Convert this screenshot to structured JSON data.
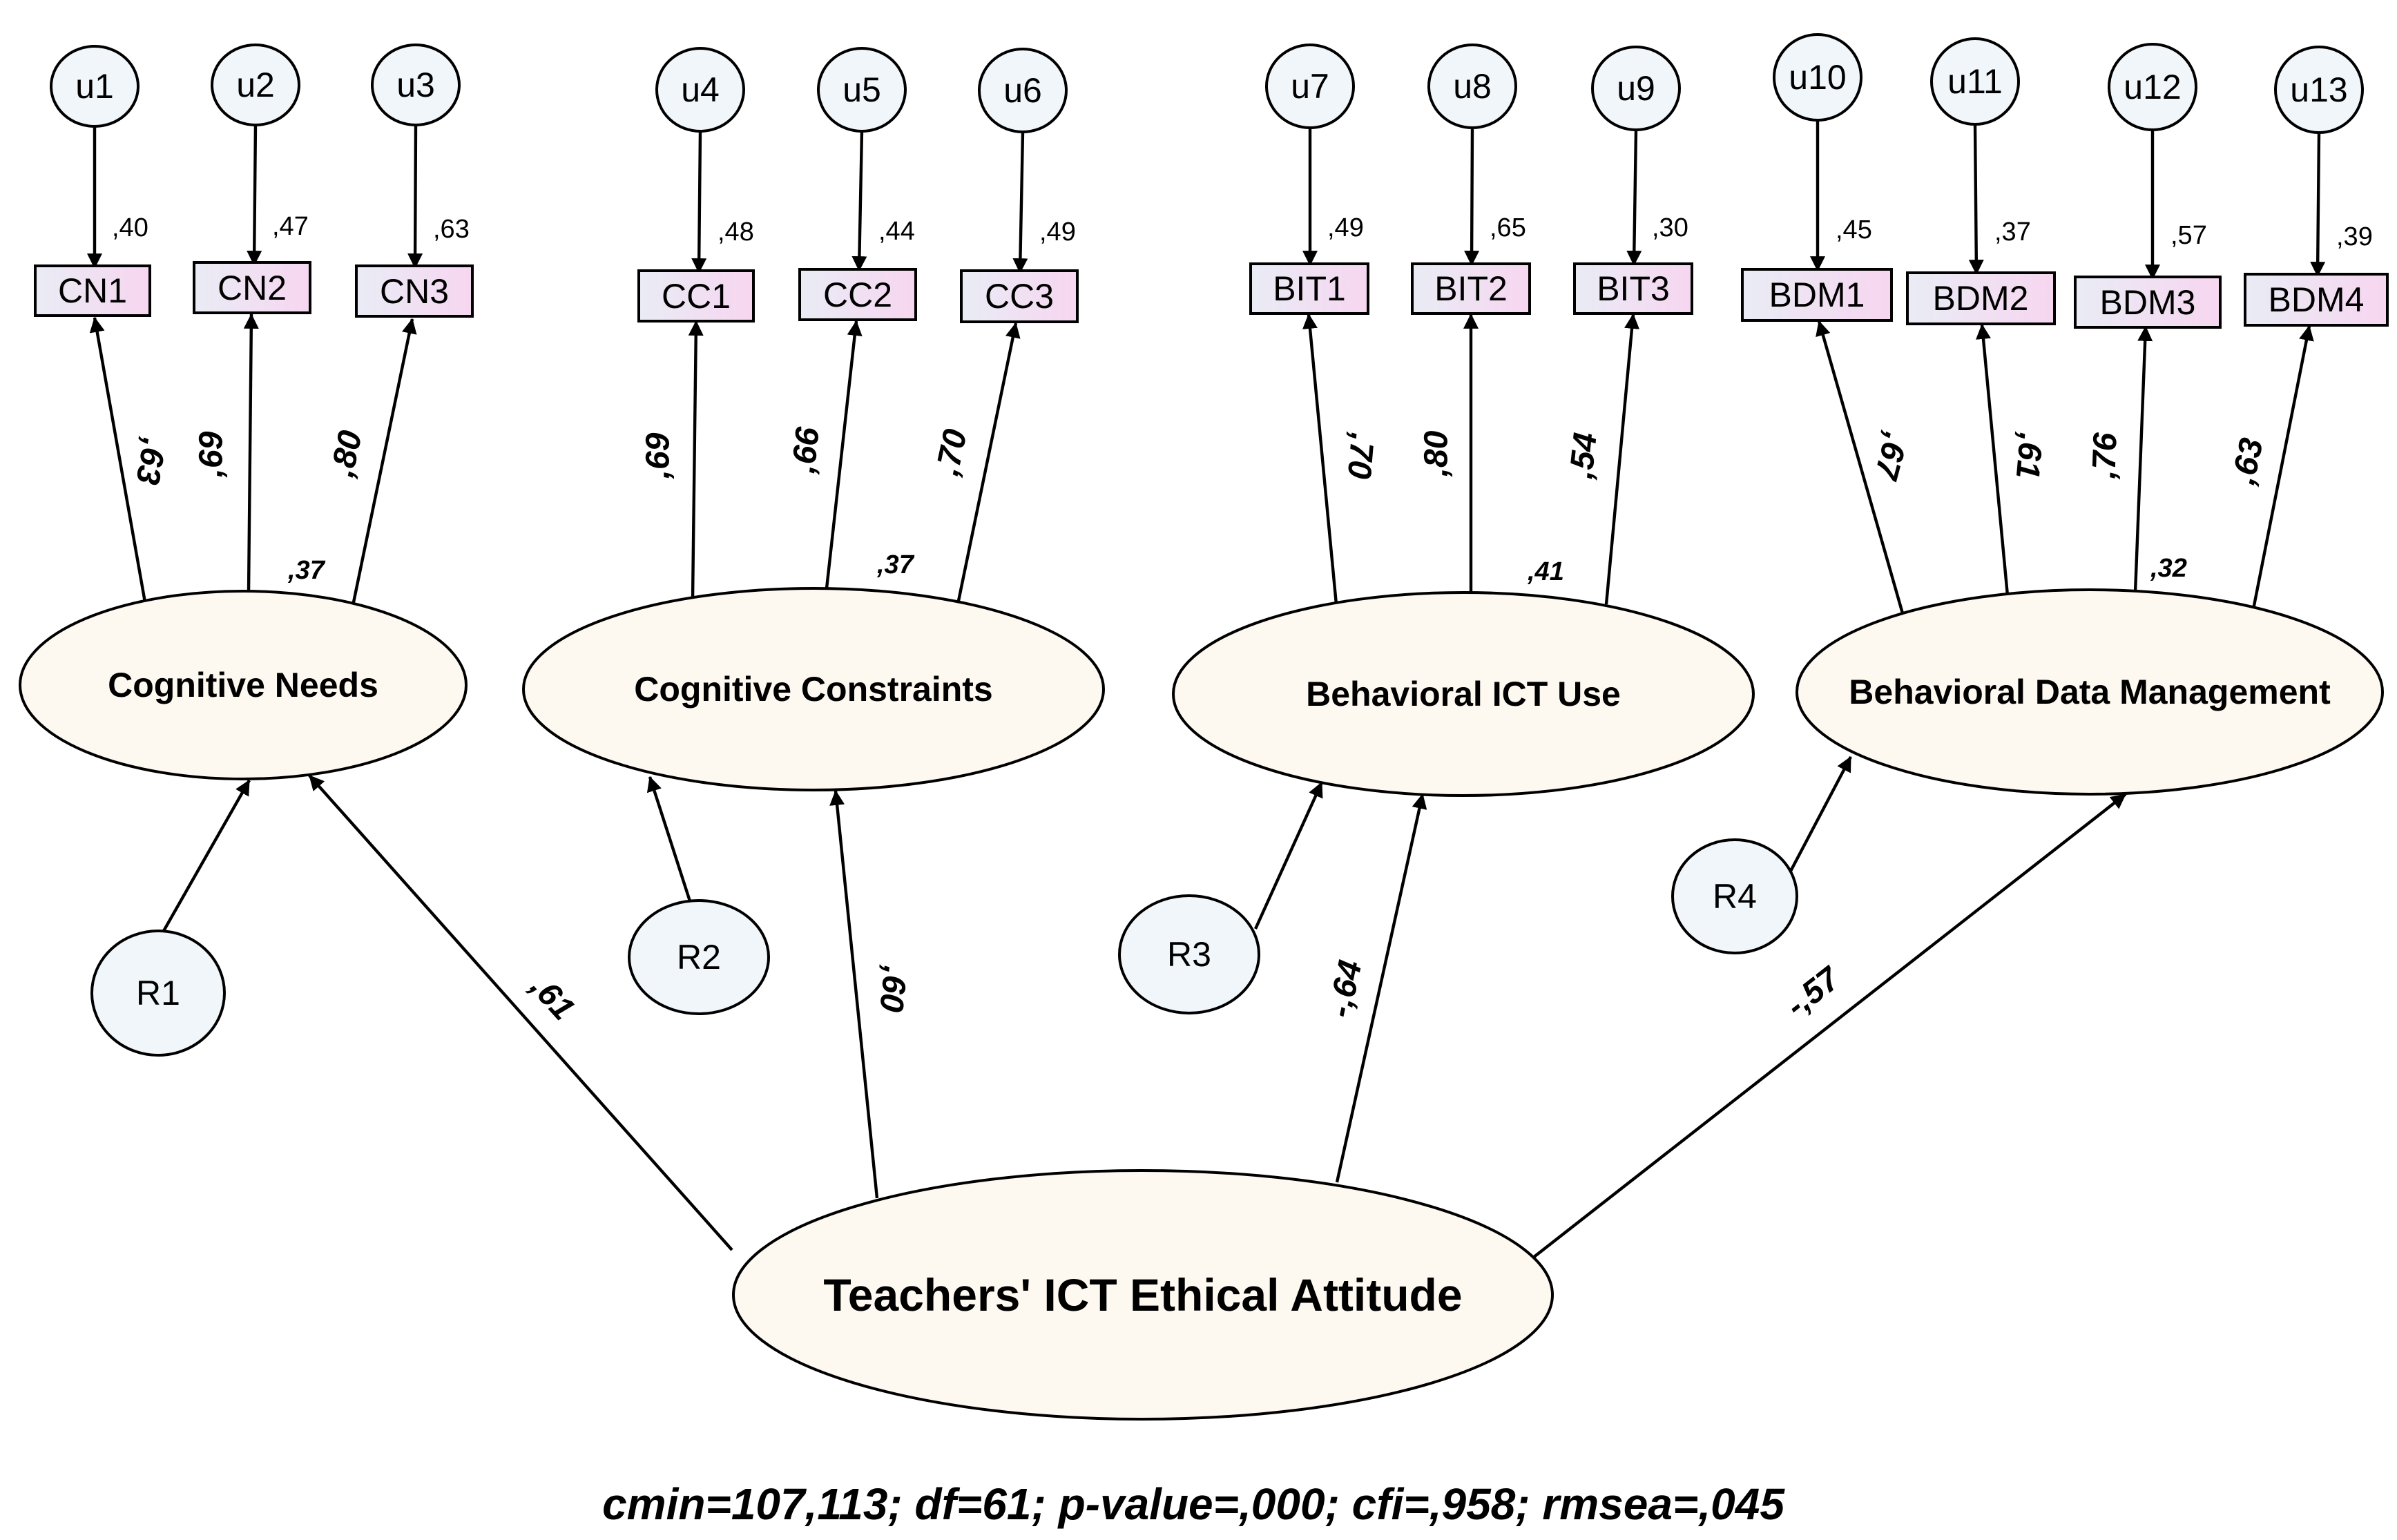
{
  "colors": {
    "error_fill": "#f1f6fa",
    "latent_fill": "#fdf8f0",
    "indicator_fill_start": "#e9ecf5",
    "indicator_fill_end": "#f7d6f0",
    "stroke": "#000000"
  },
  "errors": {
    "u1": "u1",
    "u2": "u2",
    "u3": "u3",
    "u4": "u4",
    "u5": "u5",
    "u6": "u6",
    "u7": "u7",
    "u8": "u8",
    "u9": "u9",
    "u10": "u10",
    "u11": "u11",
    "u12": "u12",
    "u13": "u13",
    "r1": "R1",
    "r2": "R2",
    "r3": "R3",
    "r4": "R4"
  },
  "indicators": {
    "cn1": "CN1",
    "cn2": "CN2",
    "cn3": "CN3",
    "cc1": "CC1",
    "cc2": "CC2",
    "cc3": "CC3",
    "bit1": "BIT1",
    "bit2": "BIT2",
    "bit3": "BIT3",
    "bdm1": "BDM1",
    "bdm2": "BDM2",
    "bdm3": "BDM3",
    "bdm4": "BDM4"
  },
  "indicator_r2": {
    "cn1": ",40",
    "cn2": ",47",
    "cn3": ",63",
    "cc1": ",48",
    "cc2": ",44",
    "cc3": ",49",
    "bit1": ",49",
    "bit2": ",65",
    "bit3": ",30",
    "bdm1": ",45",
    "bdm2": ",37",
    "bdm3": ",57",
    "bdm4": ",39"
  },
  "latents": {
    "cognitive_needs": "Cognitive Needs",
    "cognitive_constraints": "Cognitive Constraints",
    "behavioral_ict_use": "Behavioral ICT Use",
    "behavioral_data_management": "Behavioral Data Management",
    "teachers_attitude": "Teachers' ICT Ethical Attitude"
  },
  "latent_r2": {
    "cognitive_needs": ",37",
    "cognitive_constraints": ",37",
    "behavioral_ict_use": ",41",
    "behavioral_data_management": ",32"
  },
  "loadings": {
    "cn1": ",63",
    "cn2": ",69",
    "cn3": ",80",
    "cc1": ",69",
    "cc2": ",66",
    "cc3": ",70",
    "bit1": ",70",
    "bit2": ",80",
    "bit3": ",54",
    "bdm1": ",67",
    "bdm2": ",61",
    "bdm3": ",76",
    "bdm4": ",63"
  },
  "structural": {
    "cognitive_needs": ",61",
    "cognitive_constraints": ",60",
    "behavioral_ict_use": "-,64",
    "behavioral_data_management": "-,57"
  },
  "fit": "cmin=107,113; df=61; p-value=,000; cfi=,958; rmsea=,045"
}
